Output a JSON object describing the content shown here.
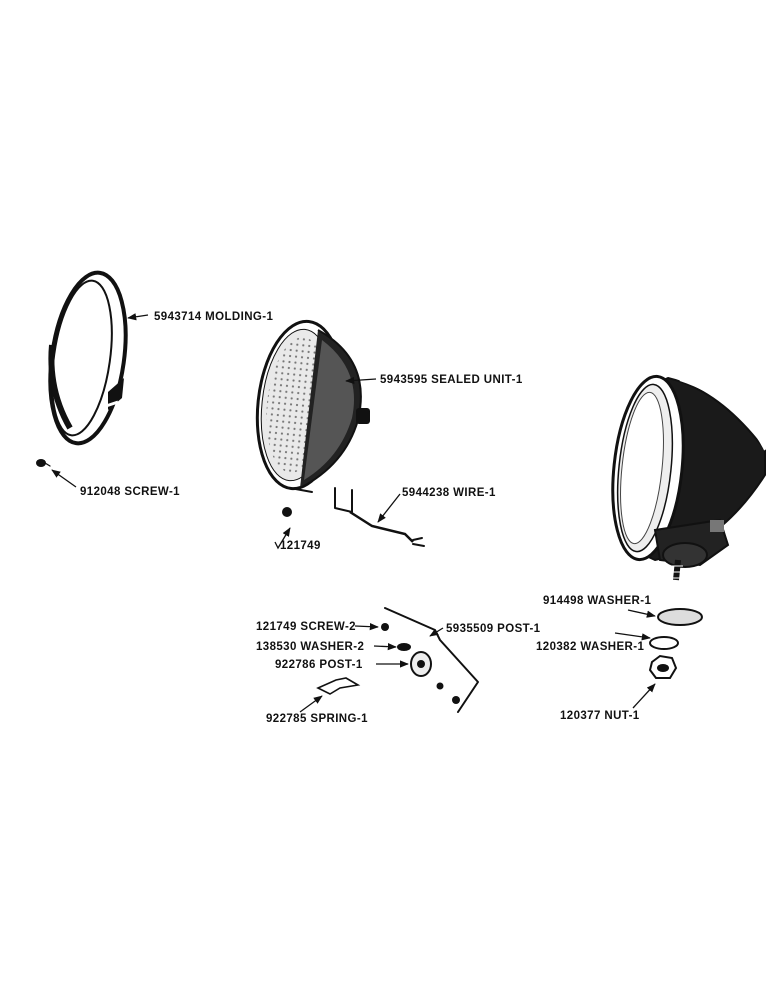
{
  "callouts": {
    "molding": "5943714 MOLDING-1",
    "screw_912048": "912048 SCREW-1",
    "sealed_unit": "5943595 SEALED UNIT-1",
    "wire": "5944238 WIRE-1",
    "screw_121749_small": "121749",
    "post_5935509": "5935509 POST-1",
    "screw_121749": "121749 SCREW-2",
    "washer_138530": "138530 WASHER-2",
    "post_922786": "922786 POST-1",
    "spring_922785": "922785 SPRING-1",
    "washer_914498": "914498 WASHER-1",
    "washer_120382": "120382 WASHER-1",
    "nut_120377": "120377 NUT-1"
  }
}
